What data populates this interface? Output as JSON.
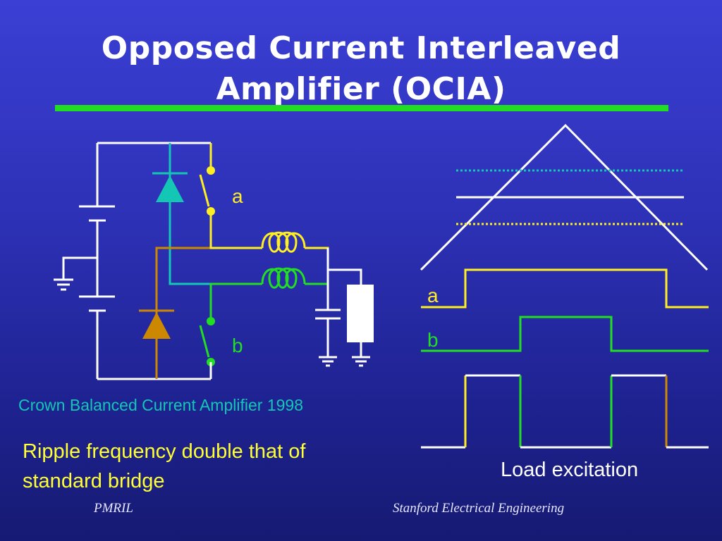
{
  "slide": {
    "title_line1": "Opposed Current Interleaved",
    "title_line2": "Amplifier (OCIA)",
    "caption": "Crown Balanced Current Amplifier 1998",
    "bullet": "Ripple frequency double that of standard bridge",
    "load_label": "Load excitation",
    "footer_left": "PMRIL",
    "footer_right": "Stanford Electrical Engineering"
  },
  "circuit": {
    "switch_a_label": "a",
    "switch_b_label": "b"
  },
  "waveforms": {
    "a_label": "a",
    "b_label": "b"
  },
  "colors": {
    "background_top": "#3b3fd4",
    "background_bottom": "#161a72",
    "title_rule": "#22dd22",
    "yellow": "#ffee22",
    "green": "#22dd22",
    "teal": "#14c6b4",
    "orange": "#cc8800",
    "white": "#ffffff"
  }
}
